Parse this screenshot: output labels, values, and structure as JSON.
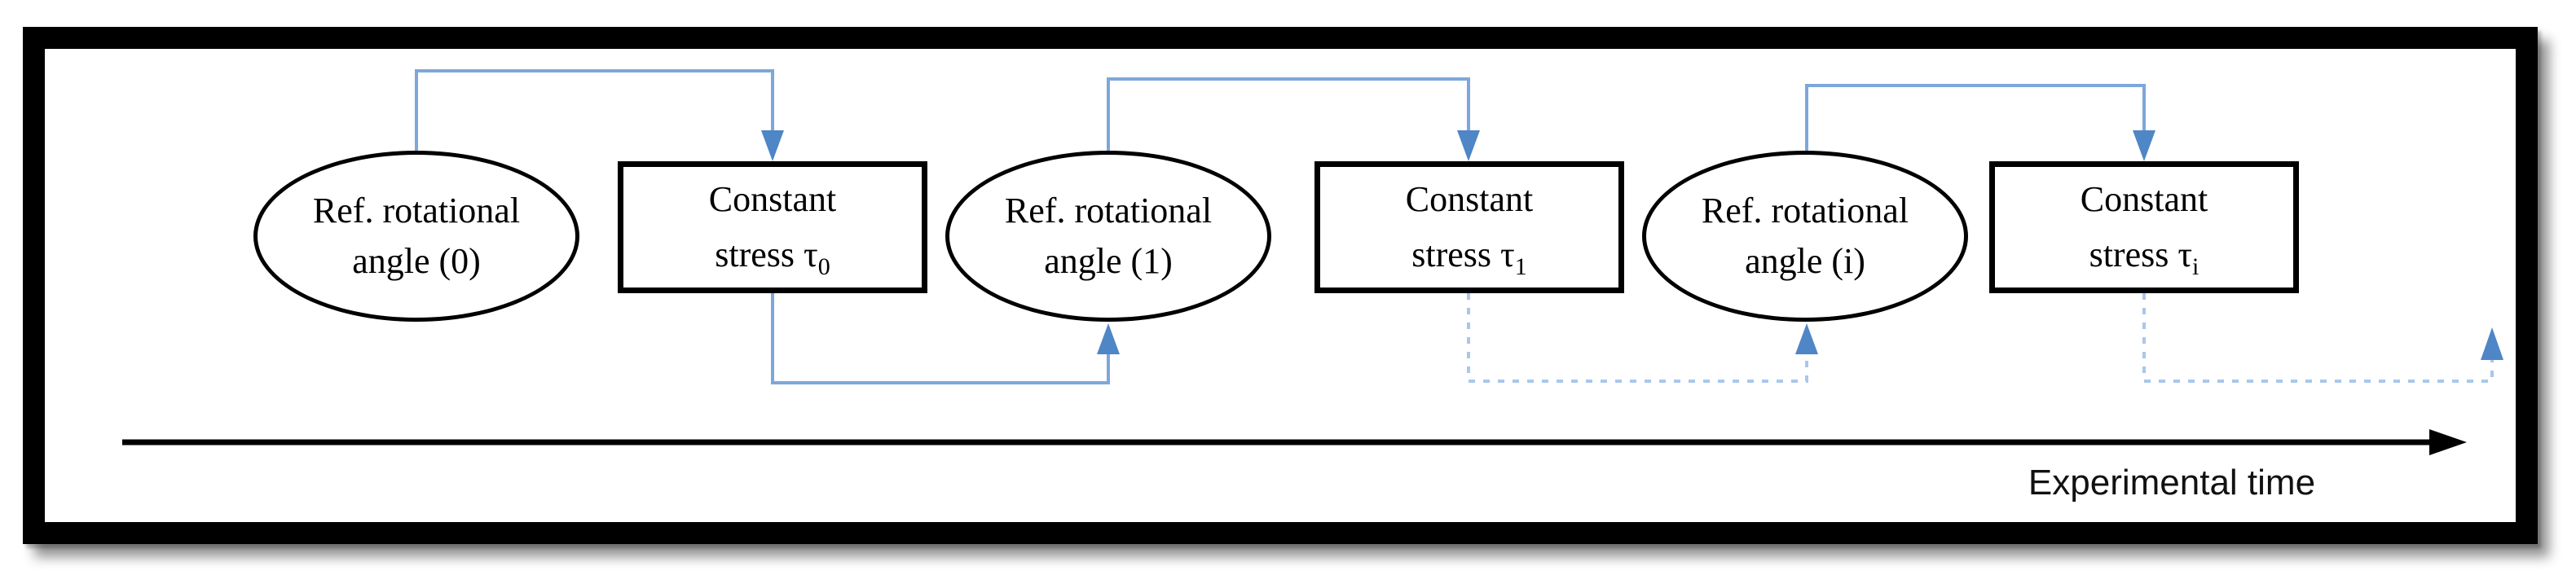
{
  "figure": {
    "type": "flow-diagram",
    "timeline_label": "Experimental time",
    "nodes": [
      {
        "id": "ref-angle-0",
        "shape": "ellipse",
        "line1": "Ref. rotational",
        "line2": "angle (0)"
      },
      {
        "id": "constant-stress-0",
        "shape": "rect",
        "line1": "Constant",
        "line2": "stress τ",
        "sub": "0"
      },
      {
        "id": "ref-angle-1",
        "shape": "ellipse",
        "line1": "Ref. rotational",
        "line2": "angle (1)"
      },
      {
        "id": "constant-stress-1",
        "shape": "rect",
        "line1": "Constant",
        "line2": "stress τ",
        "sub": "1"
      },
      {
        "id": "ref-angle-i",
        "shape": "ellipse",
        "line1": "Ref. rotational",
        "line2": "angle (i)"
      },
      {
        "id": "constant-stress-i",
        "shape": "rect",
        "line1": "Constant",
        "line2": "stress τ",
        "sub": "i"
      }
    ],
    "connectors": [
      {
        "from": "ref-angle-0",
        "to": "constant-stress-0",
        "style": "solid",
        "route": "over-top"
      },
      {
        "from": "constant-stress-0",
        "to": "ref-angle-1",
        "style": "solid",
        "route": "under-bottom"
      },
      {
        "from": "ref-angle-1",
        "to": "constant-stress-1",
        "style": "solid",
        "route": "over-top"
      },
      {
        "from": "constant-stress-1",
        "to": "ref-angle-i",
        "style": "dashed",
        "route": "under-bottom"
      },
      {
        "from": "ref-angle-i",
        "to": "constant-stress-i",
        "style": "solid",
        "route": "over-top"
      },
      {
        "from": "constant-stress-i",
        "to": "next-cycle",
        "style": "dashed",
        "route": "under-bottom"
      }
    ],
    "colors": {
      "connector_solid": "#7da7d9",
      "connector_dashed": "#a9c7e9",
      "arrowhead": "#4e86c6",
      "node_border": "#000000",
      "timeline": "#000000",
      "frame_border": "#000000"
    }
  }
}
